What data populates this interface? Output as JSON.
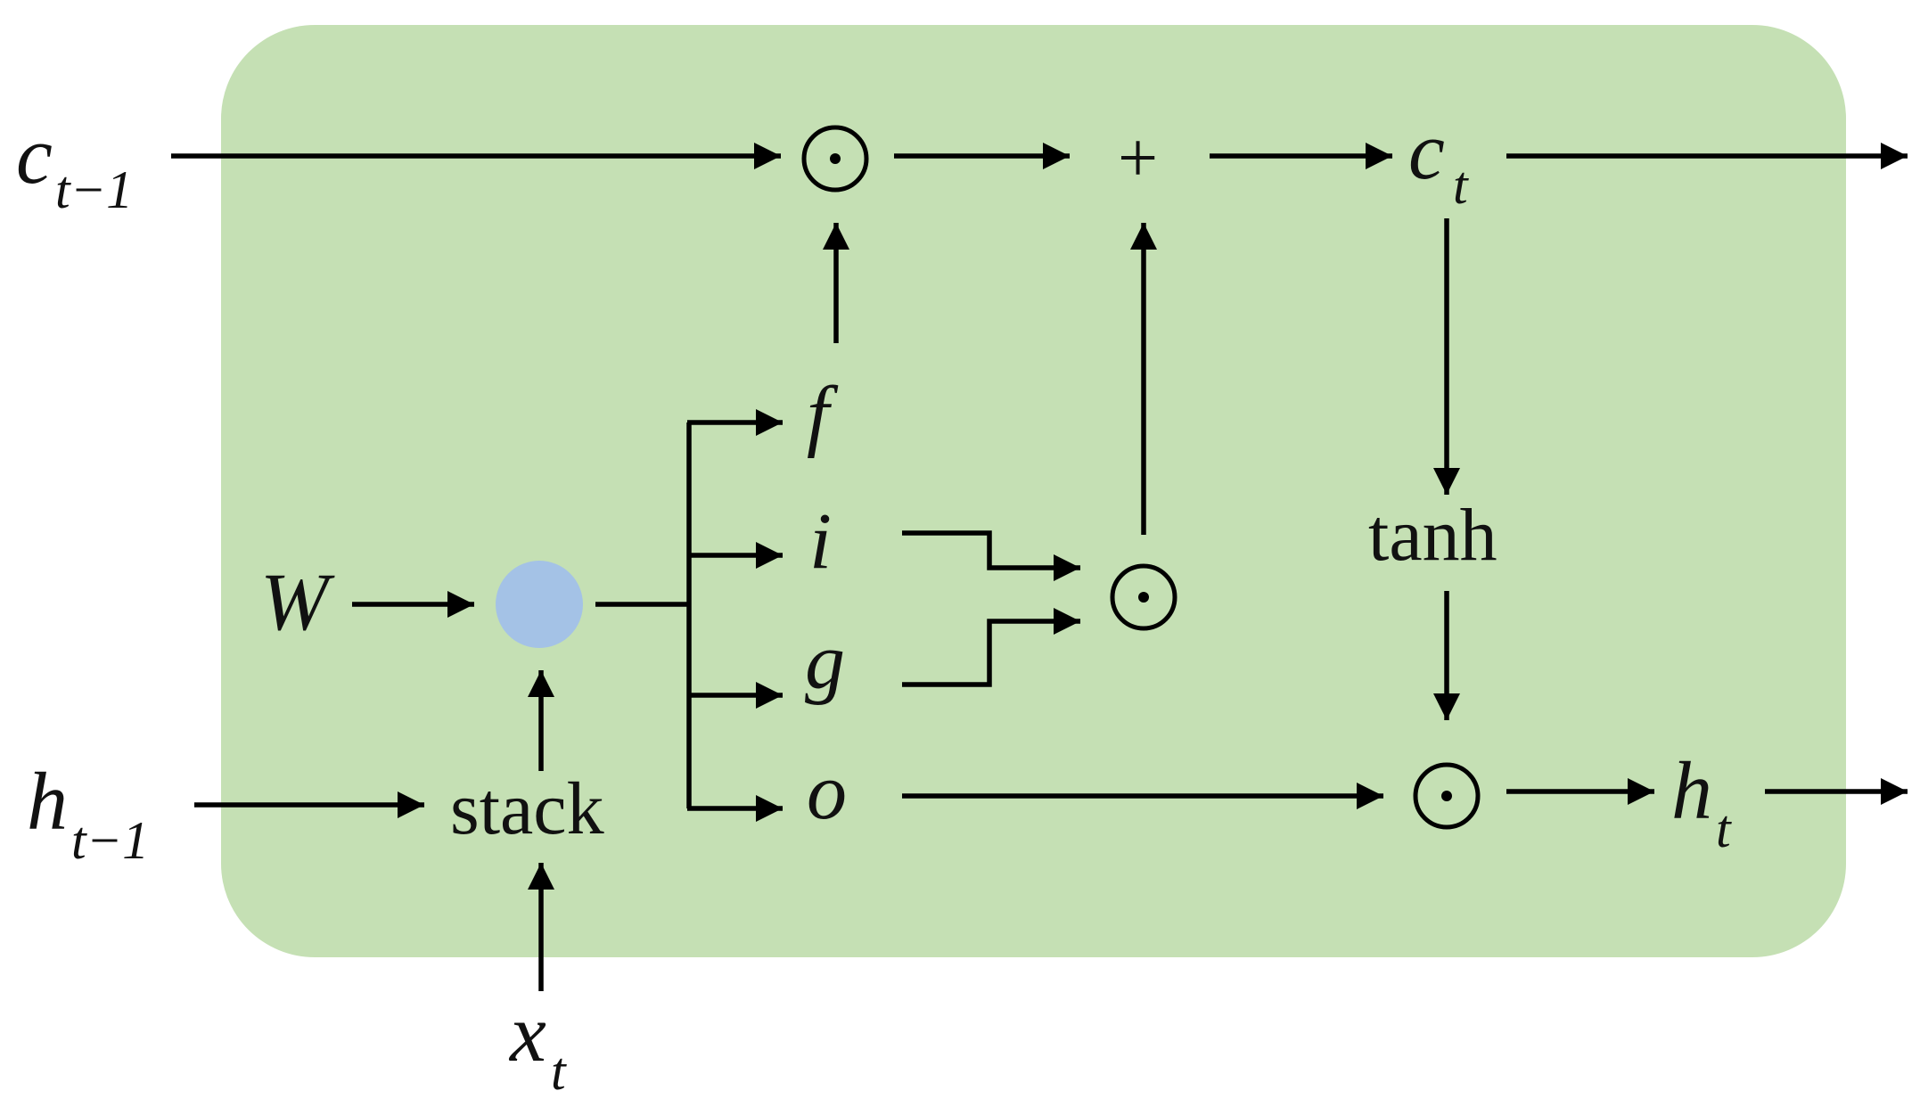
{
  "colors": {
    "cell_background": "#c5e0b4",
    "node_fill": "#a4c2e6",
    "stroke": "#000000",
    "text": "#111111"
  },
  "labels": {
    "c_prev": "c",
    "c_prev_sub": "t−1",
    "h_prev": "h",
    "h_prev_sub": "t−1",
    "x": "x",
    "x_sub": "t",
    "W": "W",
    "c_out": "c",
    "c_out_sub": "t",
    "h_out": "h",
    "h_out_sub": "t",
    "stack": "stack",
    "tanh": "tanh",
    "gate_f": "f",
    "gate_i": "i",
    "gate_g": "g",
    "gate_o": "o",
    "plus": "+"
  },
  "operators": {
    "hadamard_symbol": "⊙",
    "hadamard_name": "element-wise product"
  }
}
